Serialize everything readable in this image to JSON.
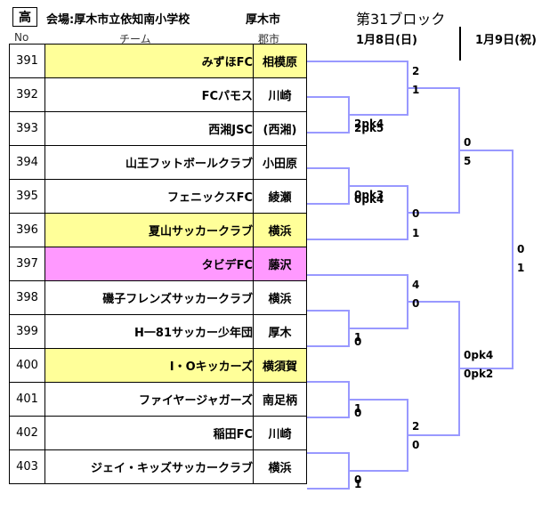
{
  "header": {
    "category": "高",
    "venue": "会場:厚木市立依知南小学校",
    "city": "厚木市",
    "block": "第31ブロック",
    "date1": "1月8日(日)",
    "date2": "1月9日(祝)",
    "col_no": "No",
    "col_team": "チーム",
    "col_area": "郡市"
  },
  "colors": {
    "line": "#9999ff",
    "highlight_yellow": "#ffff99",
    "highlight_pink": "#ff99ff"
  },
  "teams": [
    {
      "no": "391",
      "name": "みずほFC",
      "area": "相模原",
      "hl": "yellow"
    },
    {
      "no": "392",
      "name": "FCパモス",
      "area": "川崎",
      "hl": ""
    },
    {
      "no": "393",
      "name": "西湘JSC",
      "area": "(西湘)",
      "hl": ""
    },
    {
      "no": "394",
      "name": "山王フットボールクラブ",
      "area": "小田原",
      "hl": ""
    },
    {
      "no": "395",
      "name": "フェニックスFC",
      "area": "綾瀬",
      "hl": ""
    },
    {
      "no": "396",
      "name": "夏山サッカークラブ",
      "area": "横浜",
      "hl": "yellow"
    },
    {
      "no": "397",
      "name": "タビデFC",
      "area": "藤沢",
      "hl": "pink"
    },
    {
      "no": "398",
      "name": "磯子フレンズサッカークラブ",
      "area": "横浜",
      "hl": ""
    },
    {
      "no": "399",
      "name": "H一81サッカー少年団",
      "area": "厚木",
      "hl": ""
    },
    {
      "no": "400",
      "name": "I・Oキッカーズ",
      "area": "横須賀",
      "hl": "yellow"
    },
    {
      "no": "401",
      "name": "ファイヤージャガーズ",
      "area": "南足柄",
      "hl": ""
    },
    {
      "no": "402",
      "name": "稲田FC",
      "area": "川崎",
      "hl": ""
    },
    {
      "no": "403",
      "name": "ジェイ・キッズサッカークラブ",
      "area": "横浜",
      "hl": ""
    }
  ],
  "scores": {
    "m392_393_top": "2pk4",
    "m392_393_bot": "2pk5",
    "m394_395_top": "0pk3",
    "m394_395_bot": "0pk4",
    "m398_399_top": "1",
    "m398_399_bot": "0",
    "m400_401_top": "1",
    "m400_401_bot": "0",
    "m402_403_top": "0",
    "m402_403_bot": "1",
    "r2a_top": "2",
    "r2a_bot": "1",
    "r2b_top": "0",
    "r2b_bot": "1",
    "r2c_top": "4",
    "r2c_bot": "0",
    "r2d_top": "2",
    "r2d_bot": "0",
    "r3a_top": "0",
    "r3a_bot": "5",
    "r3b_top": "0pk4",
    "r3b_bot": "0pk2",
    "final_top": "0",
    "final_bot": "1"
  }
}
